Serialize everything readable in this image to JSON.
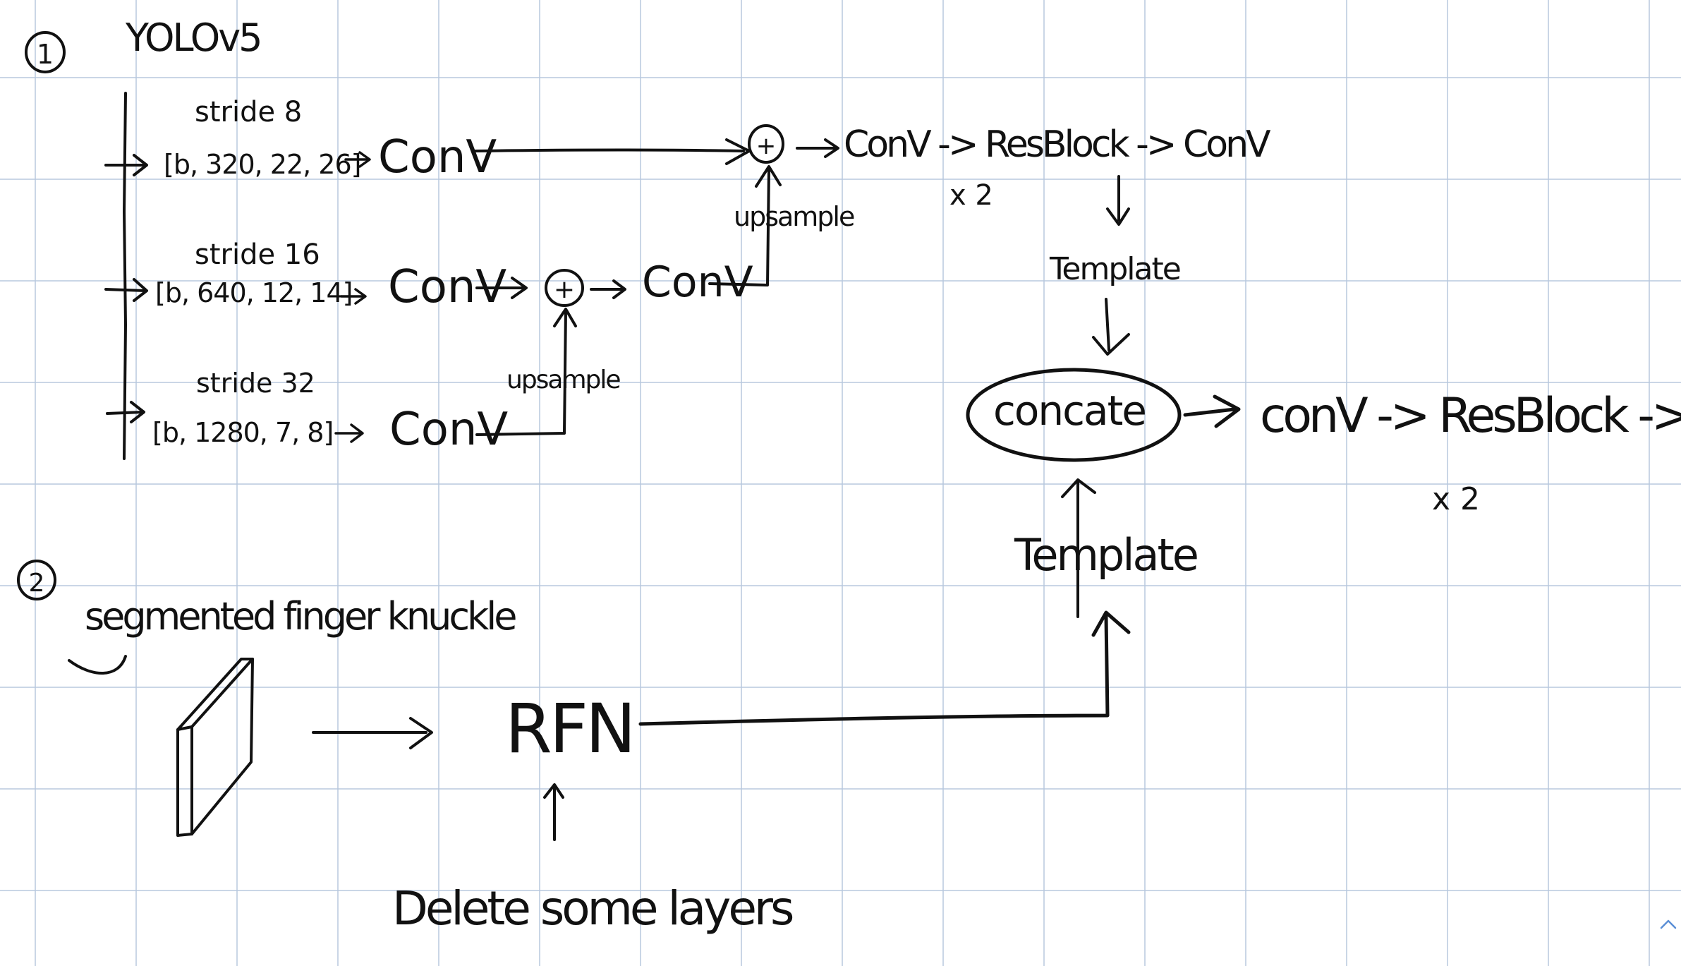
{
  "colors": {
    "ink": "#111111",
    "grid": "#b8c8de",
    "background": "#ffffff",
    "scroll_arrow": "#5b8fd6"
  },
  "icons": {
    "scroll": "chevron-up-icon"
  },
  "section1": {
    "number": "1",
    "title": "YOLOv5",
    "branches": [
      {
        "stride_label": "stride 8",
        "tensor": "[b, 320, 22, 26]",
        "conv": "ConV"
      },
      {
        "stride_label": "stride 16",
        "tensor": "[b, 640, 12, 14]",
        "conv": "ConV"
      },
      {
        "stride_label": "stride 32",
        "tensor": "[b, 1280, 7, 8]",
        "conv": "ConV"
      }
    ],
    "plus_symbol": "+",
    "mid_conv": "ConV",
    "upsample_1": "upsample",
    "upsample_2": "upsample",
    "top_chain": "ConV -> ResBlock -> ConV",
    "top_repeat": "x 2",
    "template_top": "Template",
    "concat": "concate",
    "right_chain": "conV -> ResBlock -> ConV",
    "right_repeat": "x 2"
  },
  "section2": {
    "number": "2",
    "subtitle": "segmented finger knuckle",
    "rfn": "RFN",
    "delete_note": "Delete some layers",
    "template_bottom": "Template"
  }
}
